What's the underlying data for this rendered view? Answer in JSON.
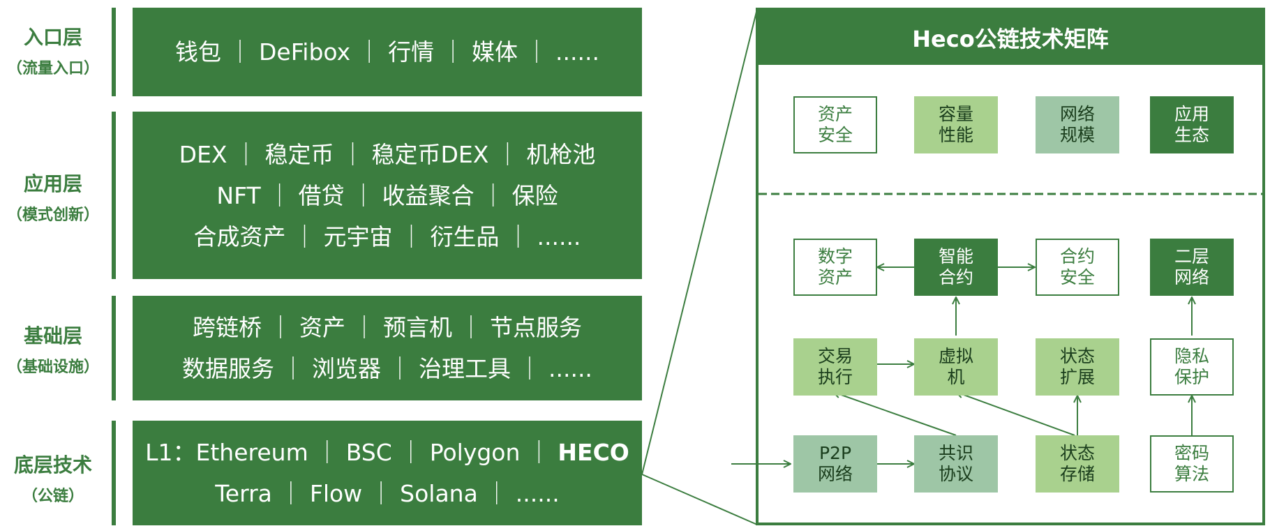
{
  "layers": [
    {
      "title": "入口层",
      "subtitle": "（流量入口）",
      "lines": [
        "钱包 ｜ DeFibox ｜ 行情 ｜ 媒体 ｜ ......"
      ]
    },
    {
      "title": "应用层",
      "subtitle": "（模式创新）",
      "lines": [
        "DEX ｜ 稳定币 ｜ 稳定币DEX ｜ 机枪池",
        "NFT ｜ 借贷 ｜ 收益聚合 ｜ 保险",
        "合成资产 ｜ 元宇宙 ｜ 衍生品 ｜ ......"
      ]
    },
    {
      "title": "基础层",
      "subtitle": "（基础设施）",
      "lines": [
        "跨链桥 ｜ 资产 ｜ 预言机 ｜ 节点服务",
        "数据服务 ｜ 浏览器 ｜ 治理工具 ｜ ......"
      ]
    },
    {
      "title": "底层技术",
      "subtitle": "（公链）",
      "line1_prefix": "L1：Ethereum ｜ BSC ｜ Polygon ｜",
      "line1_highlight": "HECO",
      "line2": "Terra ｜ Flow ｜ Solana ｜ ......"
    }
  ],
  "matrix": {
    "title": "Heco公链技术矩阵",
    "top_nodes": [
      {
        "l1": "资产",
        "l2": "安全",
        "style": "outline"
      },
      {
        "l1": "容量",
        "l2": "性能",
        "style": "light"
      },
      {
        "l1": "网络",
        "l2": "规模",
        "style": "gray"
      },
      {
        "l1": "应用",
        "l2": "生态",
        "style": "dark"
      }
    ],
    "nodes": {
      "digital_assets": {
        "l1": "数字",
        "l2": "资产"
      },
      "smart_contract": {
        "l1": "智能",
        "l2": "合约"
      },
      "contract_security": {
        "l1": "合约",
        "l2": "安全"
      },
      "layer2_network": {
        "l1": "二层",
        "l2": "网络"
      },
      "tx_execution": {
        "l1": "交易",
        "l2": "执行"
      },
      "virtual_machine": {
        "l1": "虚拟",
        "l2": "机"
      },
      "state_extension": {
        "l1": "状态",
        "l2": "扩展"
      },
      "privacy_protection": {
        "l1": "隐私",
        "l2": "保护"
      },
      "p2p_network": {
        "l1": "P2P",
        "l2": "网络"
      },
      "consensus_protocol": {
        "l1": "共识",
        "l2": "协议"
      },
      "state_storage": {
        "l1": "状态",
        "l2": "存储"
      },
      "cryptography": {
        "l1": "密码",
        "l2": "算法"
      }
    }
  },
  "colors": {
    "dark_green": "#3b7d3f",
    "light_green": "#a9d18e",
    "gray_green": "#9ec6a6"
  }
}
